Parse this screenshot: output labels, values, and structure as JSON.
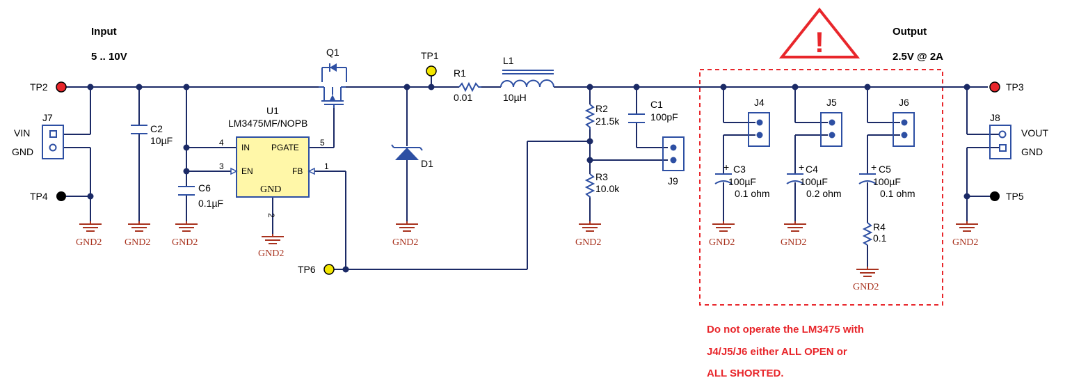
{
  "input": {
    "title": "Input",
    "range": "5 .. 10V"
  },
  "output": {
    "title": "Output",
    "rating": "2.5V @ 2A"
  },
  "warning_icon": {
    "symbol": "!",
    "color": "#e8262b"
  },
  "testpoints": {
    "tp1": "TP1",
    "tp2": "TP2",
    "tp3": "TP3",
    "tp4": "TP4",
    "tp5": "TP5",
    "tp6": "TP6"
  },
  "connectors": {
    "j7": {
      "ref": "J7",
      "pin1": "VIN",
      "pin2": "GND"
    },
    "j8": {
      "ref": "J8",
      "pin1": "VOUT",
      "pin2": "GND"
    },
    "j4": "J4",
    "j5": "J5",
    "j6": "J6",
    "j9": "J9"
  },
  "components": {
    "c2": {
      "ref": "C2",
      "value": "10µF"
    },
    "c6": {
      "ref": "C6",
      "value": "0.1µF"
    },
    "q1": {
      "ref": "Q1"
    },
    "u1": {
      "ref": "U1",
      "part": "LM3475MF/NOPB",
      "pin_in": "IN",
      "pin_pgate": "PGATE",
      "pin_en": "EN",
      "pin_fb": "FB",
      "pin_gnd": "GND",
      "num_in": "4",
      "num_pgate": "5",
      "num_en": "3",
      "num_fb": "1",
      "num_gnd": "2"
    },
    "d1": {
      "ref": "D1"
    },
    "r1": {
      "ref": "R1",
      "value": "0.01"
    },
    "l1": {
      "ref": "L1",
      "value": "10µH"
    },
    "r2": {
      "ref": "R2",
      "value": "21.5k"
    },
    "r3": {
      "ref": "R3",
      "value": "10.0k"
    },
    "c1": {
      "ref": "C1",
      "value": "100pF"
    },
    "c3": {
      "ref": "C3",
      "value": "100µF",
      "esr": "0.1 ohm"
    },
    "c4": {
      "ref": "C4",
      "value": "100µF",
      "esr": "0.2 ohm"
    },
    "c5": {
      "ref": "C5",
      "value": "100µF",
      "esr": "0.1 ohm"
    },
    "r4": {
      "ref": "R4",
      "value": "0.1"
    }
  },
  "ground_label": "GND2",
  "warning": {
    "line1": "Do not operate the LM3475 with",
    "line2": "J4/J5/J6 either ALL OPEN or",
    "line3": "ALL SHORTED."
  },
  "colors": {
    "wire": "#1b2a66",
    "component": "#2d4fa3",
    "ground": "#a8321e",
    "warning": "#e8262b",
    "tp_red": "#e8262b",
    "tp_yellow": "#f3e600",
    "ic_fill": "#fff7a8"
  }
}
